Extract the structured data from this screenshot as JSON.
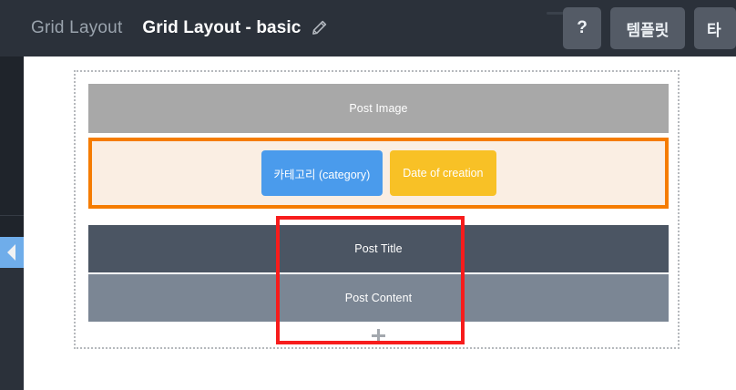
{
  "header": {
    "brand_label": "Grid Layout",
    "document_title": "Grid Layout - basic",
    "edit_icon": "pencil-icon",
    "buttons": [
      {
        "id": "help",
        "label": "?",
        "icon": "question-mark-icon"
      },
      {
        "id": "template",
        "label": "템플릿",
        "icon": ""
      },
      {
        "id": "cut-off",
        "label": "타",
        "icon": ""
      }
    ],
    "colors": {
      "background": "#2b313a",
      "button_background": "#545b66",
      "brand_text": "#9aa3ad",
      "title_text": "#ffffff"
    }
  },
  "left_rail": {
    "tab_handle": {
      "name": "panel-collapse-tab",
      "icon": "chevron-left-icon",
      "color": "#6fadea"
    },
    "colors": {
      "top": "#1f242b",
      "bottom": "#2b313a"
    }
  },
  "canvas": {
    "container_label": "grid-layout-container",
    "border_style": "dotted",
    "border_color": "#b6b9bd",
    "blocks": [
      {
        "id": "post-image",
        "label": "Post Image",
        "background": "#a8a8a8",
        "text_color": "#ffffff"
      },
      {
        "id": "post-title",
        "label": "Post Title",
        "background": "#4b5563",
        "text_color": "#ffffff"
      },
      {
        "id": "post-content",
        "label": "Post Content",
        "background": "#7b8694",
        "text_color": "#ffffff"
      }
    ],
    "meta_section": {
      "id": "meta-row",
      "background": "#faeee3",
      "border_color": "#f57c00",
      "chips": [
        {
          "id": "category",
          "label": "카테고리 (category)",
          "background": "#4a9bec",
          "text_color": "#ffffff"
        },
        {
          "id": "date-of-creation",
          "label": "Date of creation",
          "background": "#f8c126",
          "text_color": "#ffffff"
        }
      ]
    },
    "add_row": {
      "id": "add-block",
      "icon": "plus-icon",
      "color": "#a3a8ae"
    },
    "selection": {
      "id": "selection-rectangle",
      "color": "#f71c1c"
    }
  }
}
